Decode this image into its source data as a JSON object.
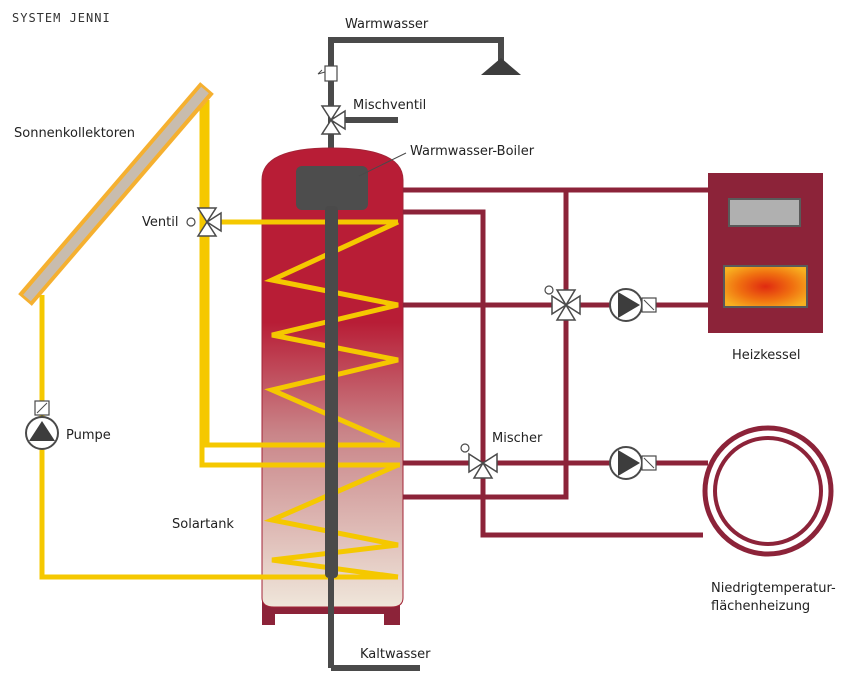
{
  "title": "SYSTEM JENNI",
  "labels": {
    "warmwasser": "Warmwasser",
    "mischventil": "Mischventil",
    "warmwasser_boiler": "Warmwasser-Boiler",
    "sonnenkollektoren": "Sonnenkollektoren",
    "ventil": "Ventil",
    "heizkessel": "Heizkessel",
    "pumpe": "Pumpe",
    "mischer": "Mischer",
    "solartank": "Solartank",
    "niedrigtemperatur_line1": "Niedrigtemperatur-",
    "niedrigtemperatur_line2": "flächenheizung",
    "kaltwasser": "Kaltwasser"
  },
  "colors": {
    "solar_loop": "#f5c800",
    "heating_loop": "#8c2339",
    "water_pipe": "#4a4a4a",
    "tank_top": "#b81d36",
    "tank_bottom": "#ede2d6",
    "collector_frame": "#f5b030",
    "collector_panel": "#c8bcae",
    "boiler_body": "#8c2339",
    "fire": "#e85a10"
  }
}
